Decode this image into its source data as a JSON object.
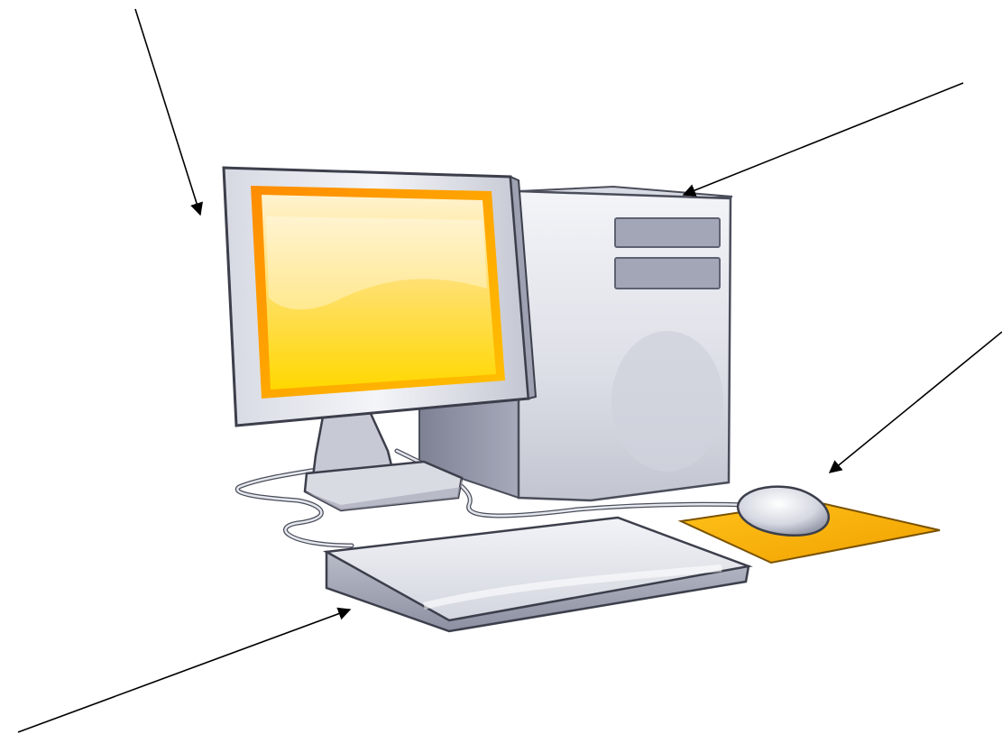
{
  "diagram": {
    "components": [
      {
        "key": "monitor",
        "icon": "monitor-icon"
      },
      {
        "key": "system-unit",
        "icon": "tower-icon"
      },
      {
        "key": "mouse",
        "icon": "mouse-icon"
      },
      {
        "key": "keyboard",
        "icon": "keyboard-icon"
      }
    ],
    "pointer_arrows": 4,
    "colors": {
      "screen_frame": "#f08a00",
      "screen_top": "#fff0c0",
      "screen_bottom": "#ffd200",
      "casing_light": "#eef0f6",
      "casing_mid": "#c9ccd8",
      "casing_dark": "#8a8ea0",
      "mousepad": "#f5b400",
      "arrow": "#000000"
    }
  }
}
